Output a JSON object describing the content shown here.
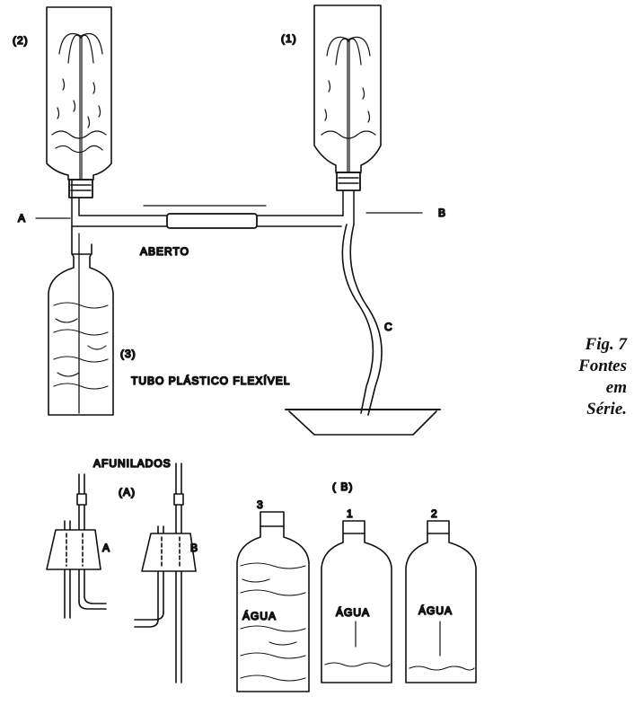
{
  "labels": {
    "bottle_2": "(2)",
    "bottle_1": "(1)",
    "point_a": "A",
    "point_b": "B",
    "aberto": "ABERTO",
    "bottle_3": "(3)",
    "tube_c": "C",
    "tubo": "TUBO PLÁSTICO FLEXÍVEL",
    "afunilados": "AFUNILADOS",
    "detail_a": "(A)",
    "detail_b": "( B)",
    "stopper_a": "A",
    "stopper_b": "B",
    "bottle_num_3": "3",
    "bottle_num_1": "1",
    "bottle_num_2": "2",
    "agua_3": "ÁGUA",
    "agua_1": "ÁGUA",
    "agua_2": "ÁGUA"
  },
  "caption": {
    "line1": "Fig. 7",
    "line2": "Fontes",
    "line3": "em",
    "line4": "Série."
  }
}
